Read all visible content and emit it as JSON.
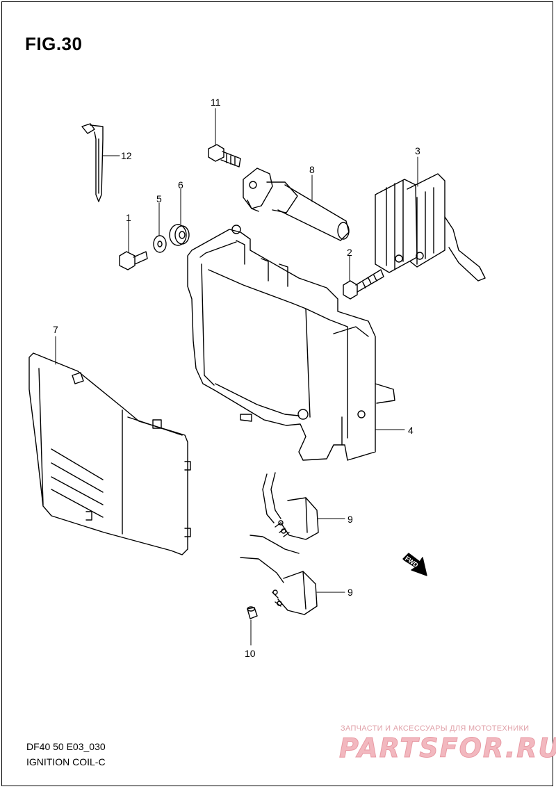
{
  "figure": {
    "title": "FIG.30"
  },
  "callouts": [
    {
      "id": "1",
      "text": "1"
    },
    {
      "id": "2",
      "text": "2"
    },
    {
      "id": "3",
      "text": "3"
    },
    {
      "id": "4",
      "text": "4"
    },
    {
      "id": "5",
      "text": "5"
    },
    {
      "id": "6",
      "text": "6"
    },
    {
      "id": "7",
      "text": "7"
    },
    {
      "id": "8",
      "text": "8"
    },
    {
      "id": "9a",
      "text": "9"
    },
    {
      "id": "9b",
      "text": "9"
    },
    {
      "id": "10",
      "text": "10"
    },
    {
      "id": "11",
      "text": "11"
    },
    {
      "id": "12",
      "text": "12"
    }
  ],
  "direction_marker": {
    "text": "FWD"
  },
  "caption": {
    "model": "DF40 50 E03_030",
    "section": "IGNITION COIL-C"
  },
  "watermark": {
    "tagline": "ЗАПЧАСТИ И АКСЕССУАРЫ ДЛЯ МОТОТЕХНИКИ",
    "brand": "PARTSFOR.RU"
  }
}
